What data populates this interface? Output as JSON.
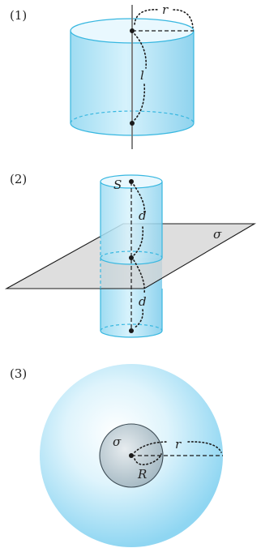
{
  "figures": [
    {
      "number": "(1)",
      "labels": {
        "radius": "r",
        "length": "l"
      }
    },
    {
      "number": "(2)",
      "labels": {
        "top_point": "S",
        "distance_top": "d",
        "distance_bottom": "d",
        "plane": "σ"
      }
    },
    {
      "number": "(3)",
      "labels": {
        "plane": "σ",
        "radius": "r",
        "section_radius": "R"
      }
    }
  ],
  "colors": {
    "fill_light": "#e8f7fd",
    "fill_mid": "#bfe9f8",
    "fill_dark": "#8fd3ee",
    "edge": "#37b7e0",
    "plane": "#d8d8d8",
    "ink": "#1a1a1a"
  }
}
